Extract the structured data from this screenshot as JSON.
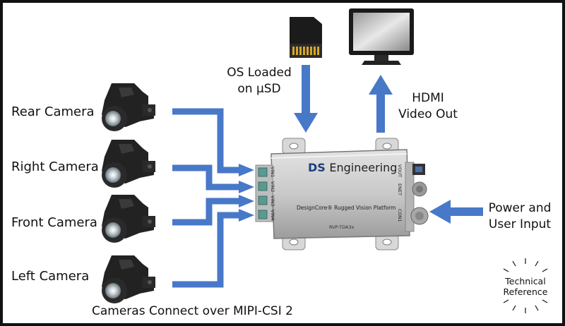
{
  "cameras": [
    {
      "label": "Rear Camera"
    },
    {
      "label": "Right Camera"
    },
    {
      "label": "Front Camera"
    },
    {
      "label": "Left Camera"
    }
  ],
  "os_label_line1": "OS Loaded",
  "os_label_line2": "on µSD",
  "hdmi_label_line1": "HDMI",
  "hdmi_label_line2": "Video Out",
  "power_label_line1": "Power and",
  "power_label_line2": "User Input",
  "bottom_caption": "Cameras Connect over MIPI-CSI 2",
  "badge_line1": "Technical",
  "badge_line2": "Reference",
  "device": {
    "brand_logo": "DS",
    "brand_name": "Engineering",
    "product_name": "DesignCore® Rugged Vision Platform",
    "model": "RVP-TDA3x",
    "ports_left": [
      "VIN1",
      "VIN2",
      "VIN3",
      "VIN4"
    ],
    "ports_right": [
      "VOUT",
      "ENET",
      "CON1"
    ]
  },
  "colors": {
    "arrow": "#4878c8",
    "device_body": "#c8c8c8",
    "connector": "#5a9a90"
  }
}
